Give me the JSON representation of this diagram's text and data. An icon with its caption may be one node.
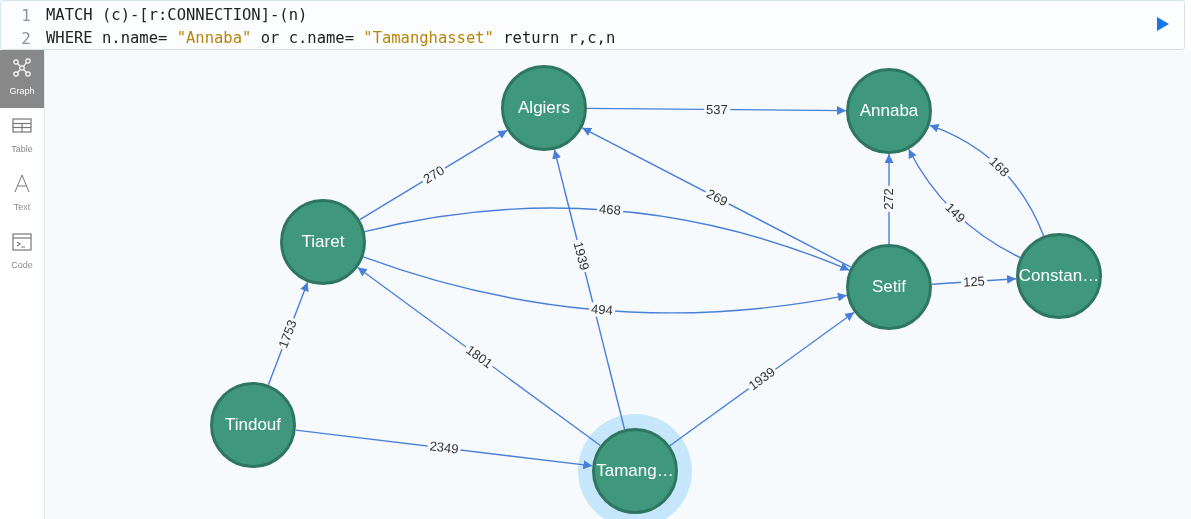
{
  "diagram": {
    "nodes": [
      {
        "text": [
          "Algiers"
        ]
      },
      {
        "text": [
          "Annaba"
        ]
      },
      {
        "text": [
          "Tiaret"
        ]
      },
      {
        "text": [
          "Setif"
        ]
      },
      {
        "text": [
          "Constan…"
        ]
      },
      {
        "text": [
          "Tindouf"
        ]
      },
      {
        "text": [
          "Tamang…"
        ]
      }
    ],
    "edges": [
      {
        "from": 0,
        "to": 1,
        "arrow": "to",
        "label": "537"
      },
      {
        "from": 2,
        "to": 0,
        "arrow": "to",
        "label": "270"
      },
      {
        "from": 3,
        "to": 0,
        "arrow": "to",
        "label": "269"
      },
      {
        "from": 2,
        "to": 3,
        "arrow": "to",
        "label": "468"
      },
      {
        "from": 2,
        "to": 3,
        "arrow": "to",
        "label": "494"
      },
      {
        "from": 3,
        "to": 1,
        "arrow": "to",
        "label": "272"
      },
      {
        "from": 4,
        "to": 1,
        "arrow": "to",
        "label": "149"
      },
      {
        "from": 4,
        "to": 1,
        "arrow": "to",
        "label": "168"
      },
      {
        "from": 3,
        "to": 4,
        "arrow": "to",
        "label": "125"
      },
      {
        "from": 5,
        "to": 2,
        "arrow": "to",
        "label": "1753"
      },
      {
        "from": 5,
        "to": 6,
        "arrow": "to",
        "label": "2349"
      },
      {
        "from": 6,
        "to": 2,
        "arrow": "to",
        "label": "1801"
      },
      {
        "from": 6,
        "to": 0,
        "arrow": "to",
        "label": "1939"
      },
      {
        "from": 6,
        "to": 3,
        "arrow": "to",
        "label": "1939"
      }
    ],
    "labels": [
      "1",
      "MATCH (c)-[r:CONNECTION]-(n)",
      "2",
      "WHERE n.name= \"Annaba\" or c.name= \"Tamanghasset\" return r,c,n",
      "Graph",
      "Table",
      "Text",
      "Code"
    ]
  }
}
